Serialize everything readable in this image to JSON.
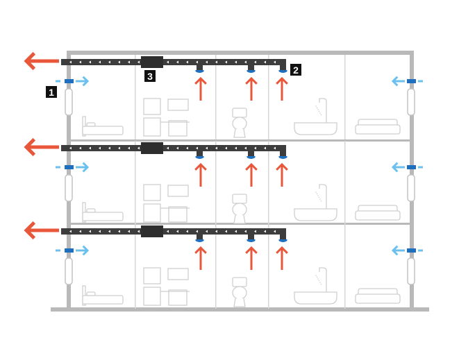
{
  "diagram": {
    "labels": {
      "inlet": "1",
      "extract_diffuser": "2",
      "fan_unit": "3"
    },
    "floors": 3,
    "colors": {
      "exhaust": "#e8573a",
      "supply": "#6cc0ee",
      "vent": "#1f6fc1",
      "duct": "#3d3d3d",
      "wall": "#b9b9b9",
      "furniture": "#cfcfcf"
    }
  }
}
